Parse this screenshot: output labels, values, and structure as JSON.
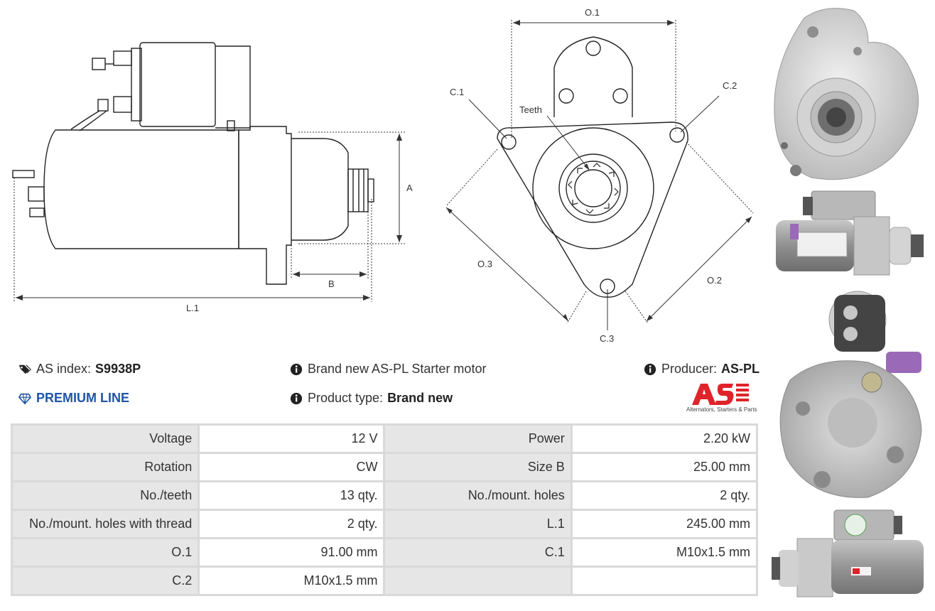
{
  "diagram": {
    "labels": {
      "l1": "L.1",
      "a": "A",
      "b": "B",
      "o1": "O.1",
      "o2": "O.2",
      "o3": "O.3",
      "c1": "C.1",
      "c2": "C.2",
      "c3": "C.3",
      "teeth": "Teeth"
    }
  },
  "info": {
    "as_index_label": "AS index:",
    "as_index_value": "S9938P",
    "premium": "PREMIUM LINE",
    "description": "Brand new AS-PL Starter motor",
    "product_type_label": "Product type:",
    "product_type_value": "Brand new",
    "producer_label": "Producer:",
    "producer_value": "AS-PL",
    "brand_tagline": "Alternators, Starters & Parts"
  },
  "specs": [
    [
      "Voltage",
      "12 V",
      "Power",
      "2.20 kW"
    ],
    [
      "Rotation",
      "CW",
      "Size B",
      "25.00 mm"
    ],
    [
      "No./teeth",
      "13 qty.",
      "No./mount. holes",
      "2 qty."
    ],
    [
      "No./mount. holes with thread",
      "2 qty.",
      "L.1",
      "245.00 mm"
    ],
    [
      "O.1",
      "91.00 mm",
      "C.1",
      "M10x1.5 mm"
    ],
    [
      "C.2",
      "M10x1.5 mm",
      "",
      ""
    ]
  ],
  "colors": {
    "accent_blue": "#1e55a6",
    "brand_red": "#e0232a",
    "cell_key_bg": "#e6e6e6",
    "border": "#d9d9d9"
  }
}
